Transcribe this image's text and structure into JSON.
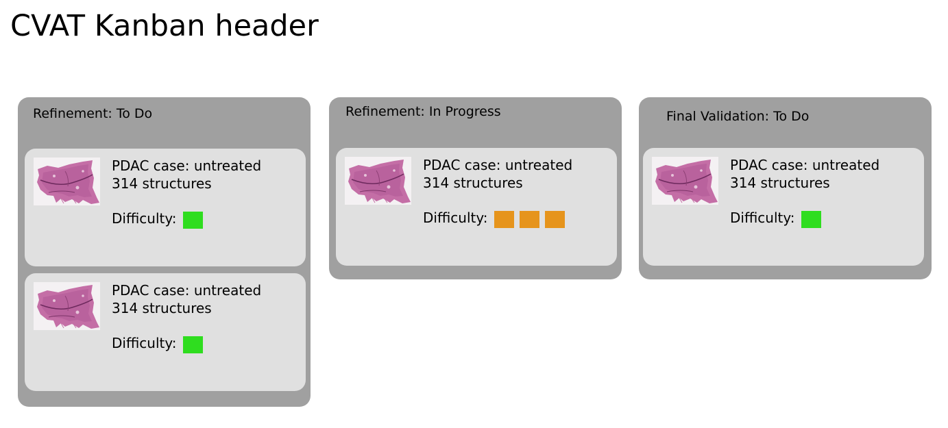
{
  "page": {
    "title": "CVAT Kanban header"
  },
  "colors": {
    "column_bg": "#a0a0a0",
    "card_bg": "#e0e0e0",
    "difficulty_easy": "#2fdd1f",
    "difficulty_medium": "#e6941c"
  },
  "columns": [
    {
      "title": "Refinement: To Do",
      "cards": [
        {
          "thumbnail_icon": "tissue-slide-thumbnail",
          "case_label": "PDAC case: untreated",
          "structures_label": "314 structures",
          "difficulty_label": "Difficulty:",
          "difficulty_level": 1,
          "difficulty_color": "#2fdd1f"
        },
        {
          "thumbnail_icon": "tissue-slide-thumbnail",
          "case_label": "PDAC case: untreated",
          "structures_label": "314 structures",
          "difficulty_label": "Difficulty:",
          "difficulty_level": 1,
          "difficulty_color": "#2fdd1f"
        }
      ]
    },
    {
      "title": "Refinement: In Progress",
      "cards": [
        {
          "thumbnail_icon": "tissue-slide-thumbnail",
          "case_label": "PDAC case: untreated",
          "structures_label": "314 structures",
          "difficulty_label": "Difficulty:",
          "difficulty_level": 3,
          "difficulty_color": "#e6941c"
        }
      ]
    },
    {
      "title": "Final Validation: To Do",
      "cards": [
        {
          "thumbnail_icon": "tissue-slide-thumbnail",
          "case_label": "PDAC case: untreated",
          "structures_label": "314 structures",
          "difficulty_label": "Difficulty:",
          "difficulty_level": 1,
          "difficulty_color": "#2fdd1f"
        }
      ]
    }
  ]
}
